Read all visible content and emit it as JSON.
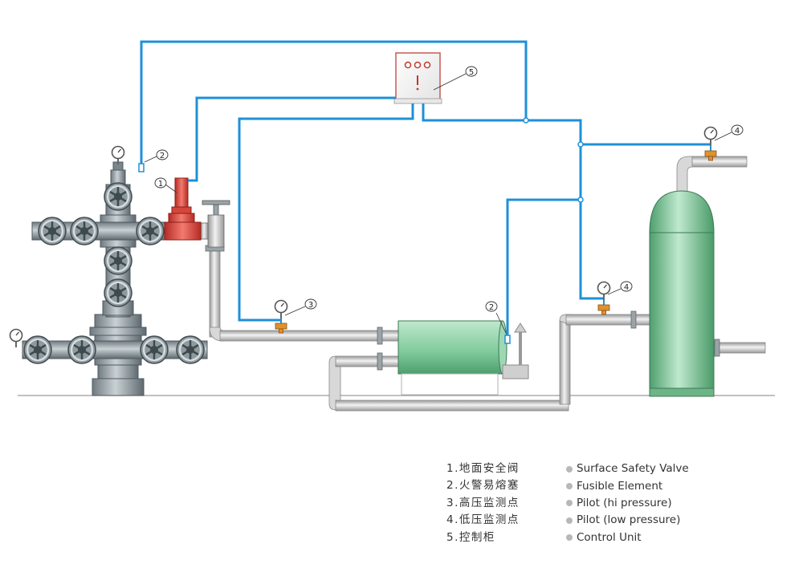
{
  "callouts": [
    "1",
    "2",
    "2",
    "3",
    "4",
    "4",
    "5"
  ],
  "legend": {
    "chinese": [
      "1.地面安全阀",
      "2.火警易熔塞",
      "3.高压监测点",
      "4.低压监测点",
      "5.控制柜"
    ],
    "english": [
      "Surface Safety Valve",
      "Fusible Element",
      "Pilot (hi pressure)",
      "Pilot (low pressure)",
      "Control Unit"
    ]
  },
  "colors": {
    "control_line": "#1e90d8",
    "valve_red": "#e0443a",
    "vessel_green": "#7ec99a",
    "pipe_gray": "#bfbfbf",
    "metal_gray": "#8f9a9f"
  },
  "icons": [
    "pressure-gauge-icon",
    "handwheel-icon",
    "arrow-up-icon",
    "panel-indicator-icon"
  ]
}
